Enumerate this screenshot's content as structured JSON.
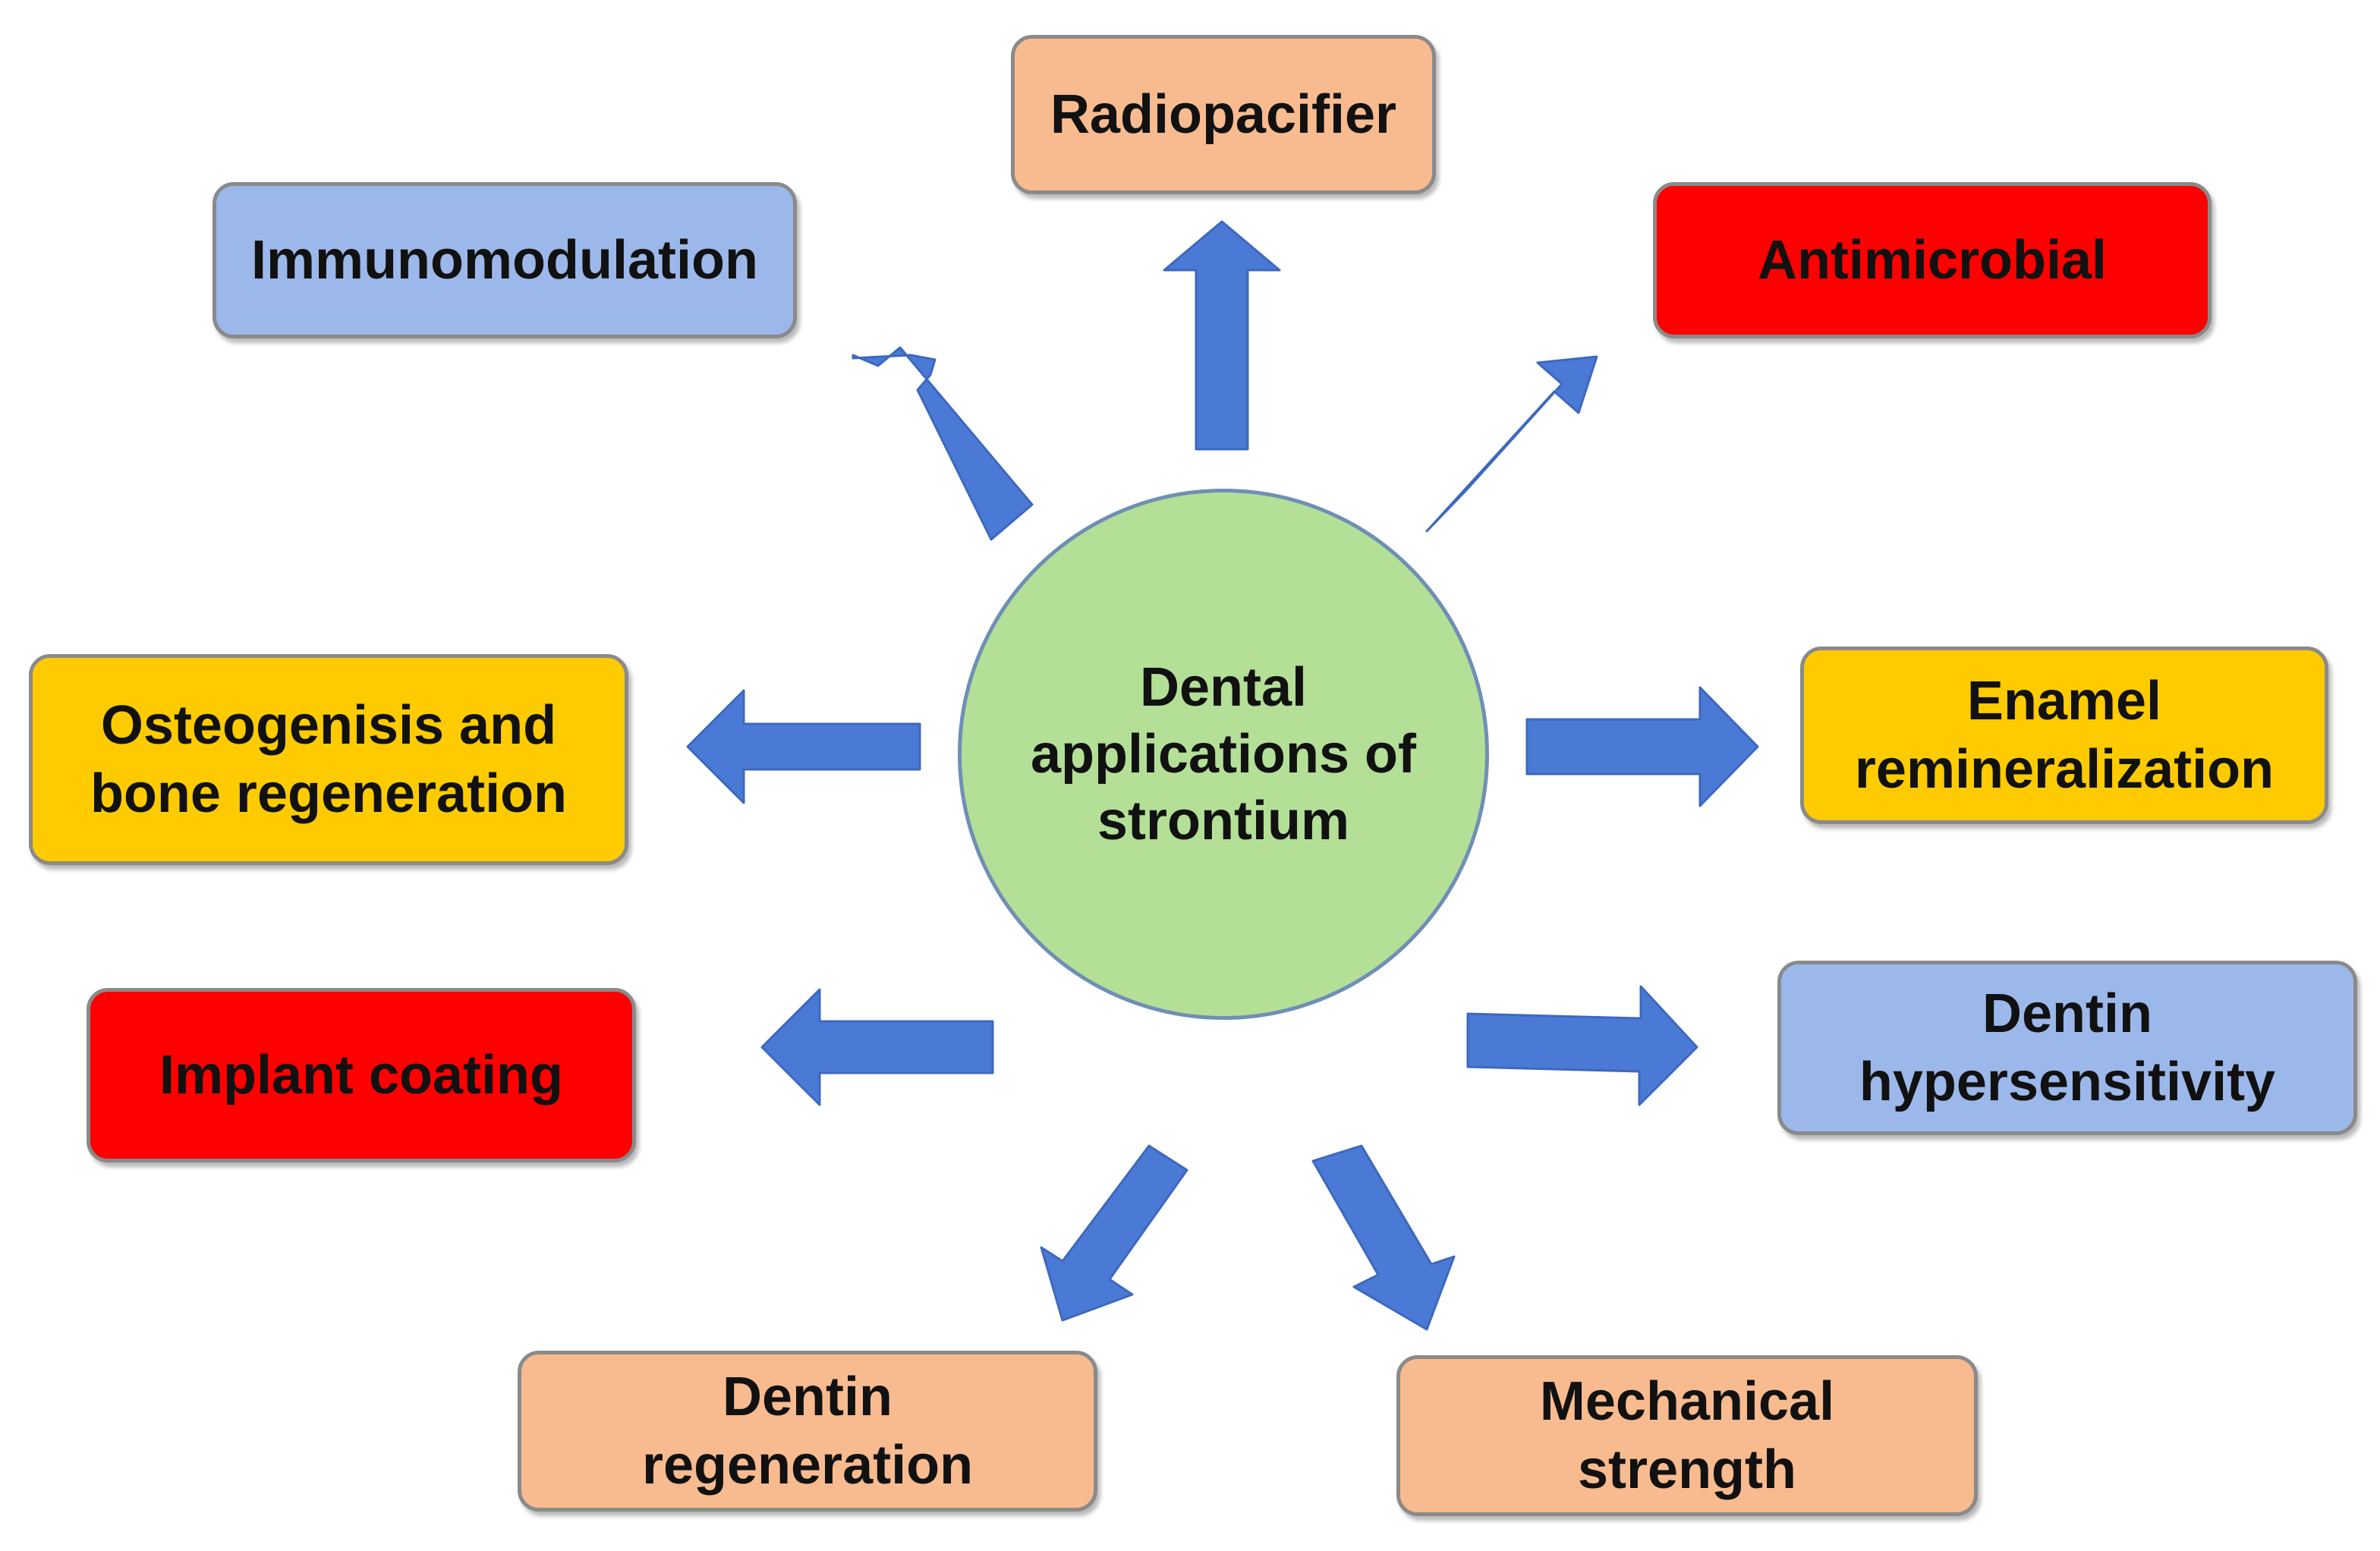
{
  "center": {
    "label": "Dental\napplications of\nstrontium",
    "color": "#b4df97"
  },
  "nodes": [
    {
      "id": "radiopacifier",
      "label": "Radiopacifier",
      "color": "#f8bb8f"
    },
    {
      "id": "immunomodulation",
      "label": "Immunomodulation",
      "color": "#9cb8eb"
    },
    {
      "id": "antimicrobial",
      "label": "Antimicrobial",
      "color": "#fe0000"
    },
    {
      "id": "osteogenesis",
      "label": "Osteogenisis and\nbone regeneration",
      "color": "#fecb00"
    },
    {
      "id": "enamel",
      "label": "Enamel\nremineralization",
      "color": "#fecb00"
    },
    {
      "id": "implant",
      "label": "Implant coating",
      "color": "#fe0000"
    },
    {
      "id": "dentin-hypersensitivity",
      "label": "Dentin\nhypersensitivity",
      "color": "#9cb8eb"
    },
    {
      "id": "dentin-regeneration",
      "label": "Dentin\nregeneration",
      "color": "#f8bb8f"
    },
    {
      "id": "mechanical-strength",
      "label": "Mechanical\nstrength",
      "color": "#f8bb8f"
    }
  ],
  "arrow_color": "#4a7ad6"
}
